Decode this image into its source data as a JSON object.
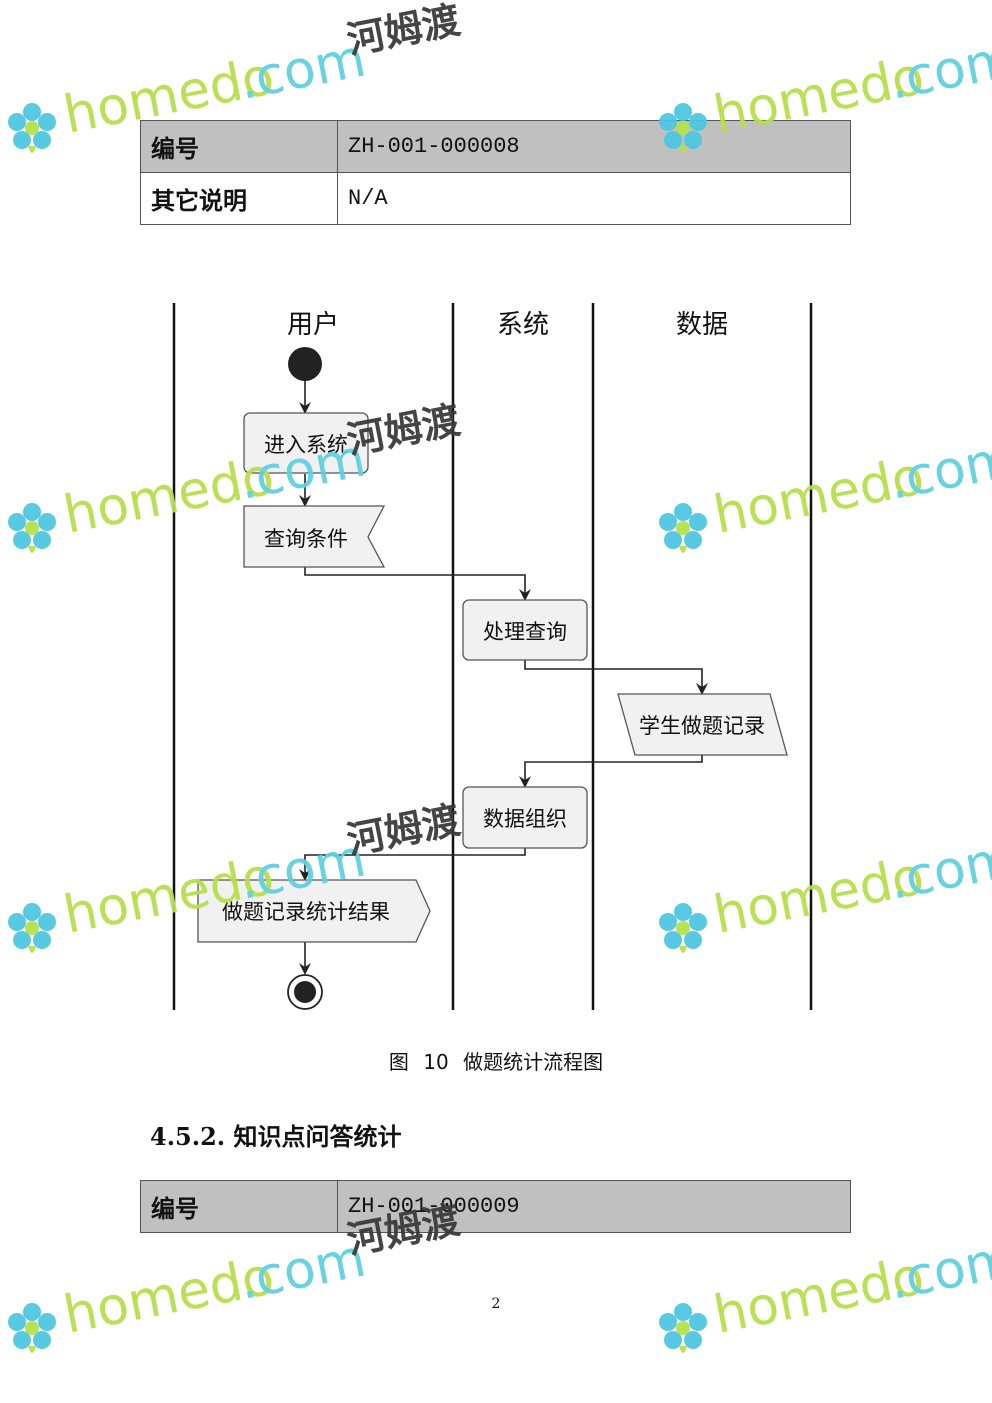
{
  "table_top": {
    "rows": [
      {
        "key": "编号",
        "value": "ZH-001-000008"
      },
      {
        "key": "其它说明",
        "value": "N/A"
      }
    ]
  },
  "flowchart": {
    "lanes": [
      "用户",
      "系统",
      "数据"
    ],
    "nodes": {
      "enter": "进入系统",
      "query": "查询条件",
      "process": "处理查询",
      "records": "学生做题记录",
      "organize": "数据组织",
      "result": "做题记录统计结果"
    }
  },
  "caption": {
    "label": "图",
    "number": "10",
    "text": "做题统计流程图"
  },
  "section": {
    "number": "4.5.2.",
    "title": "知识点问答统计"
  },
  "table_bottom": {
    "rows": [
      {
        "key": "编号",
        "value": "ZH-001-000009"
      }
    ]
  },
  "page_number": "2",
  "watermark": {
    "brand": "homedo",
    "suffix": ".com",
    "cn": "河姆渡",
    "colors": {
      "homedo": "#b6e04a",
      "com": "#5fd0e0",
      "cn": "#3a3a3a"
    }
  }
}
